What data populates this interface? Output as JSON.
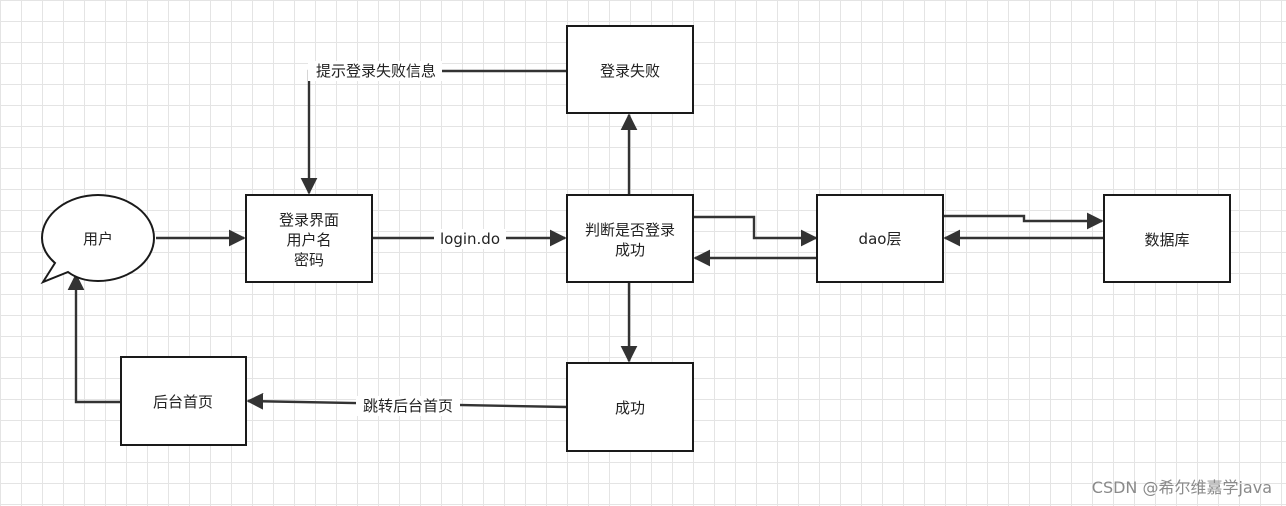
{
  "nodes": {
    "user": {
      "lines": [
        "用户"
      ]
    },
    "login_page": {
      "lines": [
        "登录界面",
        "用户名",
        "密码"
      ]
    },
    "judge": {
      "lines": [
        "判断是否登录",
        "成功"
      ]
    },
    "login_fail": {
      "lines": [
        "登录失败"
      ]
    },
    "dao": {
      "lines": [
        "dao层"
      ]
    },
    "database": {
      "lines": [
        "数据库"
      ]
    },
    "success": {
      "lines": [
        "成功"
      ]
    },
    "admin_home": {
      "lines": [
        "后台首页"
      ]
    }
  },
  "edges": {
    "login_do": "login.do",
    "show_fail_info": "提示登录失败信息",
    "jump_admin_home": "跳转后台首页"
  },
  "watermark": "CSDN @希尔维嘉学java",
  "colors": {
    "stroke": "#1a1a1a",
    "line": "#333333",
    "grid": "#e4e4e4",
    "watermark": "#8a8a8a"
  }
}
